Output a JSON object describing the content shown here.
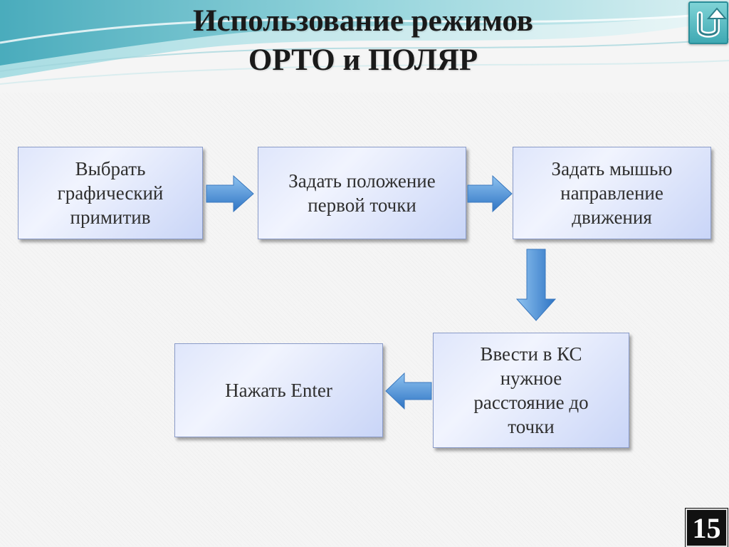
{
  "slide": {
    "title_line1": "Использование режимов",
    "title_line2": "ОРТО и ПОЛЯР",
    "page_number": "15"
  },
  "flow": {
    "step1": "Выбрать\nграфический\nпримитив",
    "step2": "Задать положение\nпервой точки",
    "step3": "Задать мышью\nнаправление\nдвижения",
    "step4": "Ввести в КС\nнужное\nрасстояние до\nточки",
    "step5": "Нажать Enter"
  },
  "colors": {
    "box_border": "#8a9bc8",
    "arrow_fill": "#4a8fd4",
    "wave_accent": "#5fbfc9"
  },
  "icons": {
    "back_button": "return-arrow-icon"
  }
}
